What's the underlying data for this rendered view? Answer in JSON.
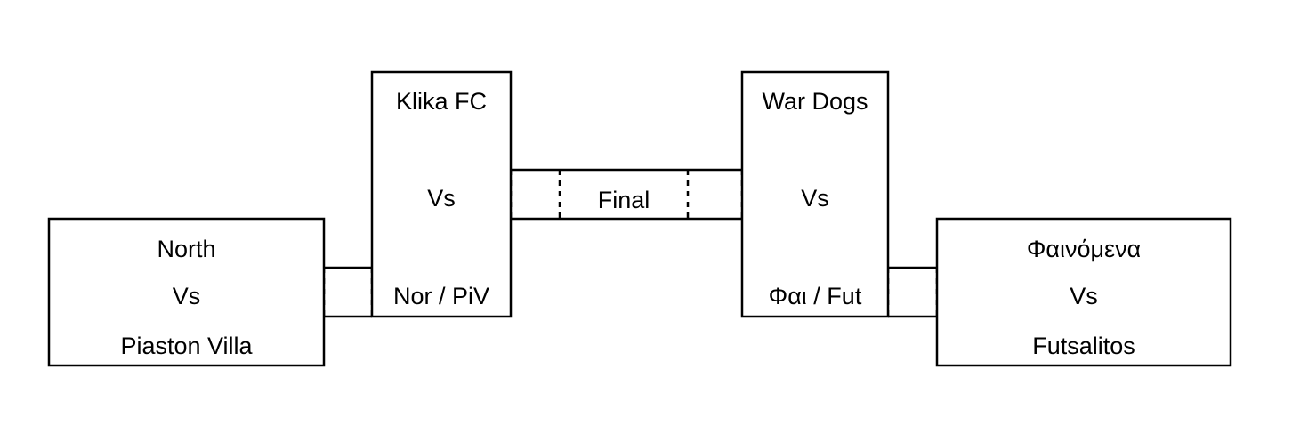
{
  "bracket": {
    "semifinal_left": {
      "team_a": "North",
      "vs": "Vs",
      "team_b": "Piaston Villa"
    },
    "quarter_left": {
      "team_a": "Klika FC",
      "vs": "Vs",
      "winner_code": "Nor / PiV"
    },
    "final": {
      "label": "Final"
    },
    "quarter_right": {
      "team_a": "War Dogs",
      "vs": "Vs",
      "winner_code": "Φαι / Fut"
    },
    "semifinal_right": {
      "team_a": "Φαινόμενα",
      "vs": "Vs",
      "team_b": "Futsalitos"
    }
  },
  "colors": {
    "stroke": "#000000",
    "background": "#ffffff"
  }
}
